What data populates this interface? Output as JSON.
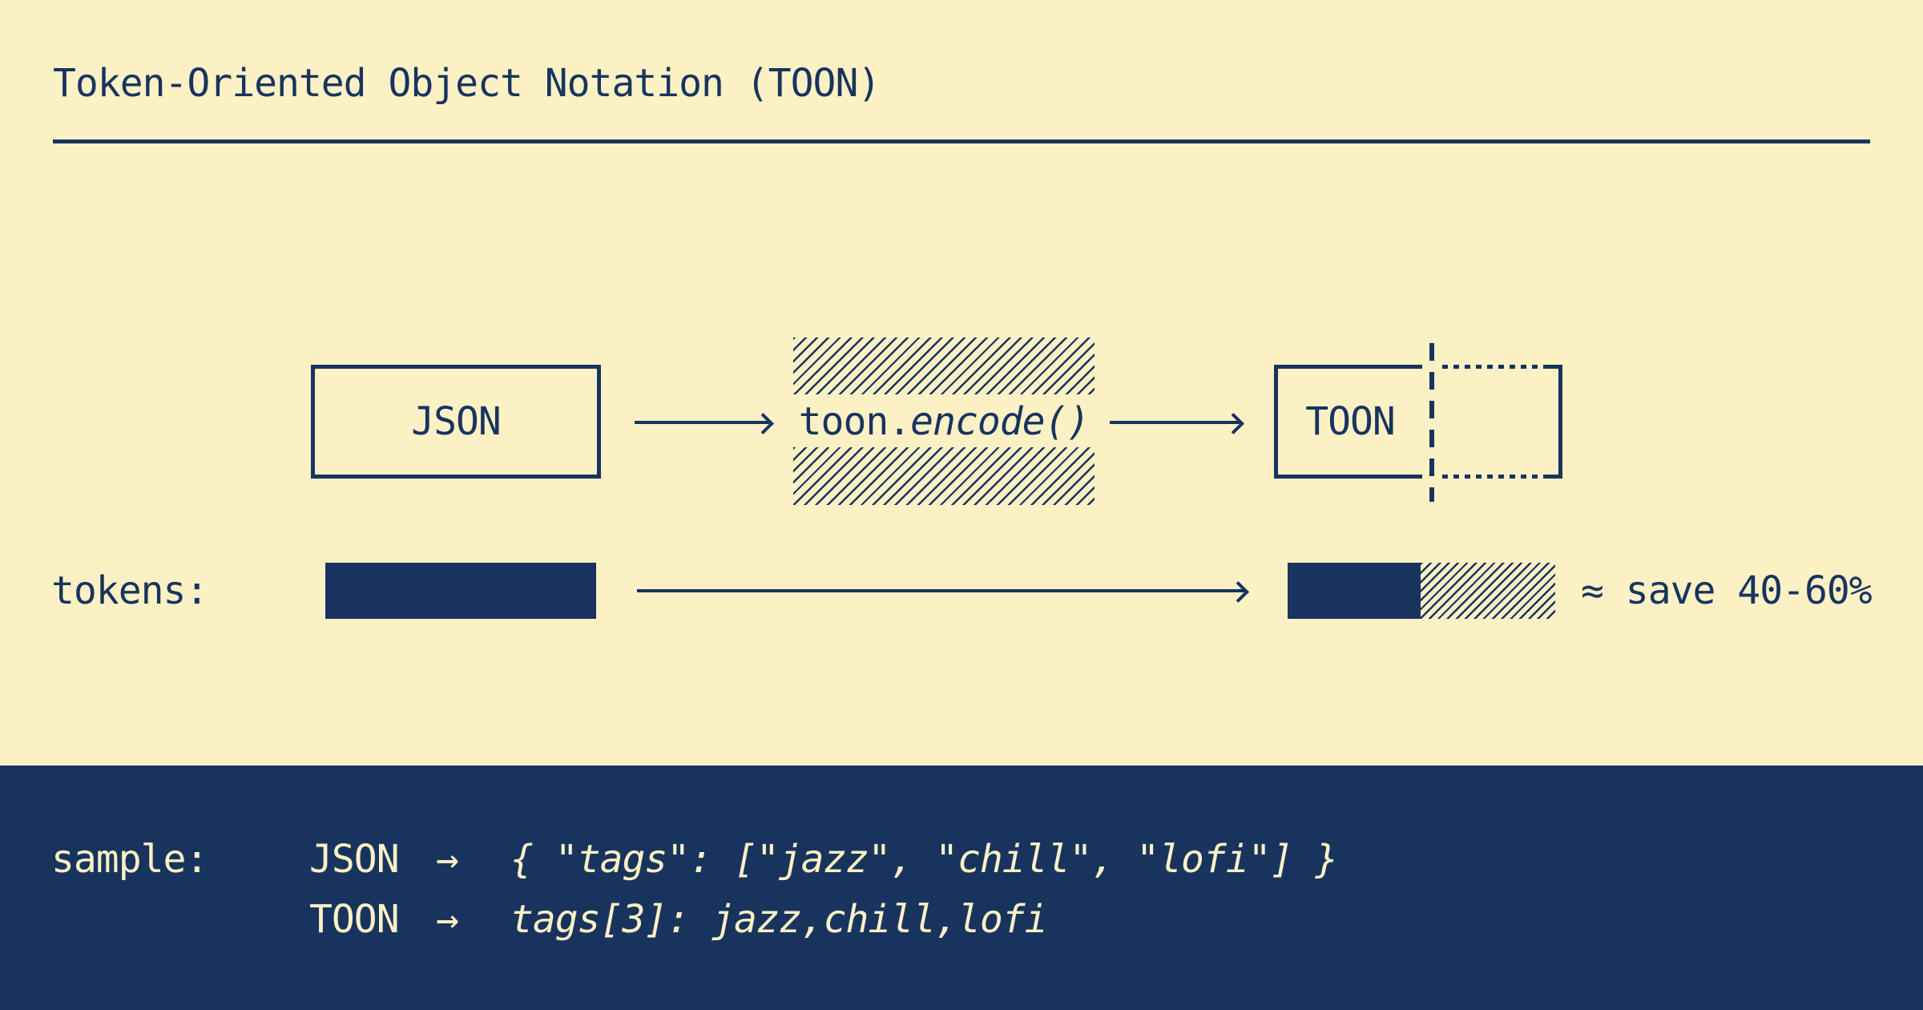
{
  "title": "Token-Oriented Object Notation (TOON)",
  "flow": {
    "input_label": "JSON",
    "encoder": {
      "prefix": "toon.",
      "method": "encode()"
    },
    "output_label": "TOON"
  },
  "tokens": {
    "label": "tokens:",
    "savings": "≈ save 40-60%"
  },
  "sample": {
    "label": "sample:",
    "rows": [
      {
        "format": "JSON",
        "arrow": "→",
        "code": "{ \"tags\": [\"jazz\", \"chill\", \"lofi\"] }"
      },
      {
        "format": "TOON",
        "arrow": "→",
        "code": "tags[3]: jazz,chill,lofi"
      }
    ]
  },
  "colors": {
    "cream": "#FBF1C5",
    "navy": "#18345E"
  }
}
